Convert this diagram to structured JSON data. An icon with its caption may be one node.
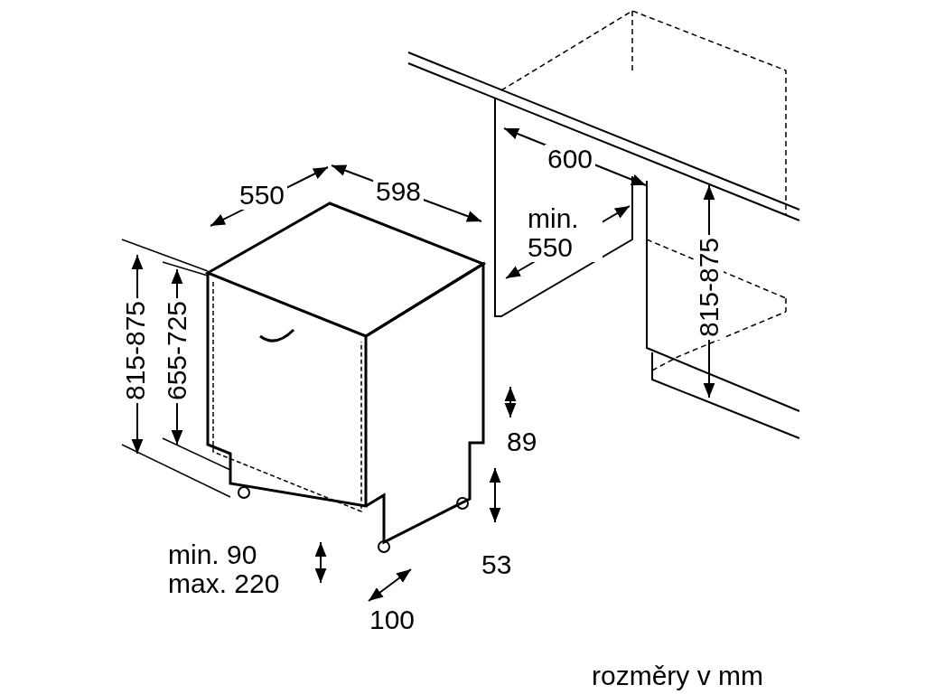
{
  "diagram": {
    "caption": "rozměry v mm",
    "labels": [
      "600",
      "550",
      "598",
      "min. 550",
      "815-875",
      "815-875",
      "655-725",
      "89",
      "min. 90 max. 220",
      "53",
      "100"
    ]
  }
}
